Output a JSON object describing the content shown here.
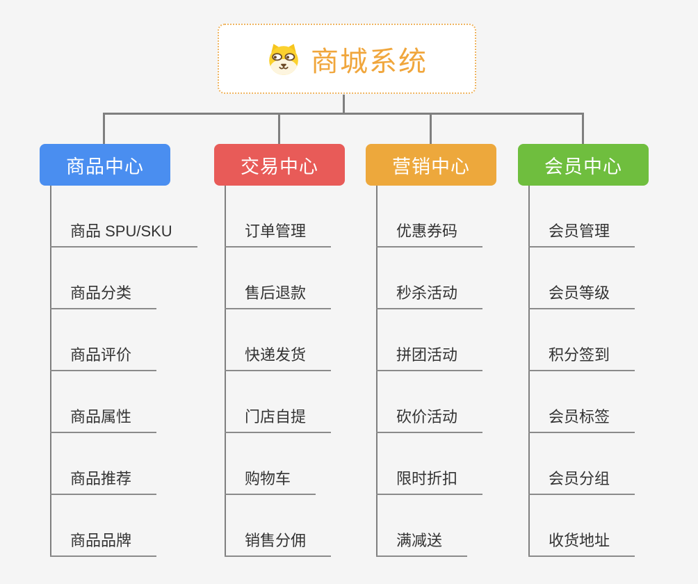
{
  "root": {
    "title": "商城系统",
    "icon": "dog-face-icon"
  },
  "branches": [
    {
      "label": "商品中心",
      "color": "#4A8EF0",
      "items": [
        "商品 SPU/SKU",
        "商品分类",
        "商品评价",
        "商品属性",
        "商品推荐",
        "商品品牌"
      ]
    },
    {
      "label": "交易中心",
      "color": "#E85B58",
      "items": [
        "订单管理",
        "售后退款",
        "快递发货",
        "门店自提",
        "购物车",
        "销售分佣"
      ]
    },
    {
      "label": "营销中心",
      "color": "#EDA83C",
      "items": [
        "优惠券码",
        "秒杀活动",
        "拼团活动",
        "砍价活动",
        "限时折扣",
        "满减送"
      ]
    },
    {
      "label": "会员中心",
      "color": "#6FBE3E",
      "items": [
        "会员管理",
        "会员等级",
        "积分签到",
        "会员标签",
        "会员分组",
        "收货地址"
      ]
    }
  ],
  "colors": {
    "canvas-bg": "#F5F5F5",
    "root-border": "#EFB45F",
    "root-text": "#F0A63C",
    "connector": "#7F7F7F",
    "underline": "#8A8A8A",
    "item-text": "#333333"
  }
}
